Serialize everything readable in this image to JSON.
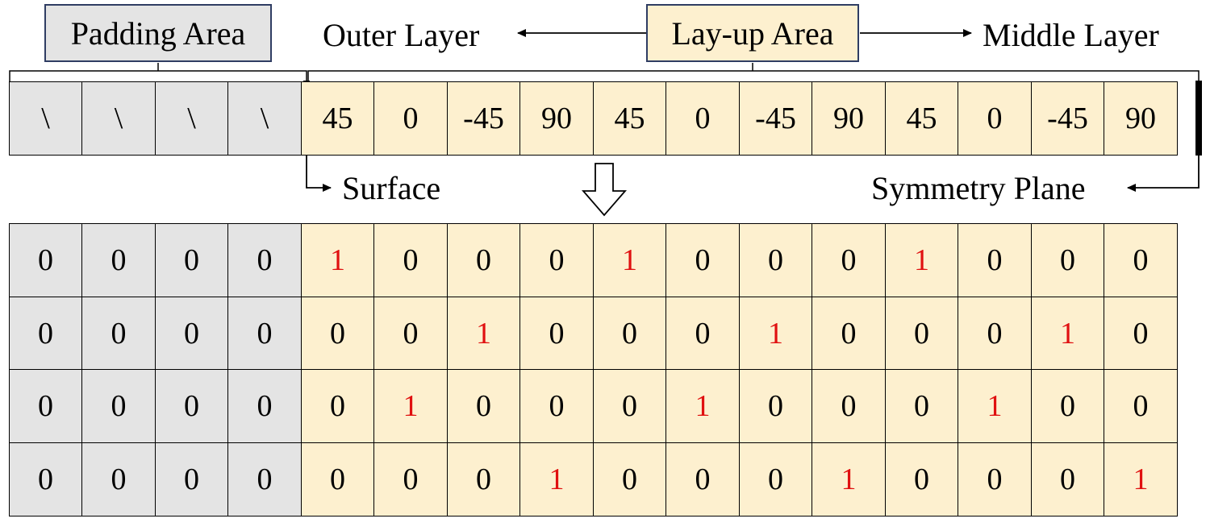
{
  "labels": {
    "padding_area": "Padding Area",
    "layup_area": "Lay-up Area",
    "outer_layer": "Outer Layer",
    "middle_layer": "Middle Layer",
    "surface": "Surface",
    "symmetry_plane": "Symmetry Plane"
  },
  "top_row": {
    "padding": [
      "\\",
      "\\",
      "\\",
      "\\"
    ],
    "layup": [
      "45",
      "0",
      "-45",
      "90",
      "45",
      "0",
      "-45",
      "90",
      "45",
      "0",
      "-45",
      "90"
    ]
  },
  "matrix": [
    [
      "0",
      "0",
      "0",
      "0",
      "1",
      "0",
      "0",
      "0",
      "1",
      "0",
      "0",
      "0",
      "1",
      "0",
      "0",
      "0"
    ],
    [
      "0",
      "0",
      "0",
      "0",
      "0",
      "0",
      "1",
      "0",
      "0",
      "0",
      "1",
      "0",
      "0",
      "0",
      "1",
      "0"
    ],
    [
      "0",
      "0",
      "0",
      "0",
      "0",
      "1",
      "0",
      "0",
      "0",
      "1",
      "0",
      "0",
      "0",
      "1",
      "0",
      "0"
    ],
    [
      "0",
      "0",
      "0",
      "0",
      "0",
      "0",
      "0",
      "1",
      "0",
      "0",
      "0",
      "1",
      "0",
      "0",
      "0",
      "1"
    ]
  ],
  "colors": {
    "padding_fill": "#e4e4e4",
    "layup_fill": "#fdf0cf",
    "highlight_one": "#e01010",
    "label_border": "#2f3d63"
  }
}
